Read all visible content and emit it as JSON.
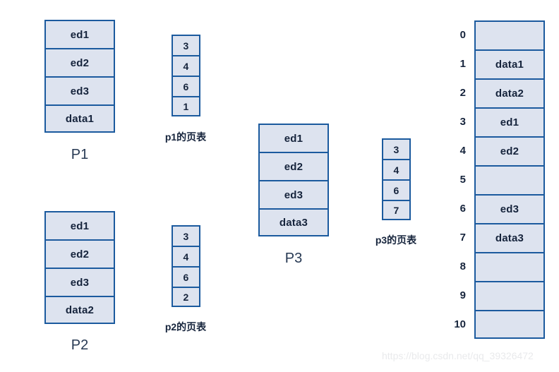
{
  "diagram": {
    "title": "paging-address-translation-diagram",
    "colors": {
      "cell_fill": "#dde3ef",
      "cell_border": "#1b5a9e",
      "text": "#16243c",
      "label": "#283a54",
      "watermark": "#e9eaec",
      "background": "#ffffff"
    },
    "processes": [
      {
        "id": "p1",
        "label": "P1",
        "cells": [
          "ed1",
          "ed2",
          "ed3",
          "data1"
        ],
        "page_table": {
          "label": "p1的页表",
          "entries": [
            "3",
            "4",
            "6",
            "1"
          ]
        }
      },
      {
        "id": "p2",
        "label": "P2",
        "cells": [
          "ed1",
          "ed2",
          "ed3",
          "data2"
        ],
        "page_table": {
          "label": "p2的页表",
          "entries": [
            "3",
            "4",
            "6",
            "2"
          ]
        }
      },
      {
        "id": "p3",
        "label": "P3",
        "cells": [
          "ed1",
          "ed2",
          "ed3",
          "data3"
        ],
        "page_table": {
          "label": "p3的页表",
          "entries": [
            "3",
            "4",
            "6",
            "7"
          ]
        }
      }
    ],
    "physical_memory": {
      "frames": [
        {
          "index": "0",
          "value": ""
        },
        {
          "index": "1",
          "value": "data1"
        },
        {
          "index": "2",
          "value": "data2"
        },
        {
          "index": "3",
          "value": "ed1"
        },
        {
          "index": "4",
          "value": "ed2"
        },
        {
          "index": "5",
          "value": ""
        },
        {
          "index": "6",
          "value": "ed3"
        },
        {
          "index": "7",
          "value": "data3"
        },
        {
          "index": "8",
          "value": ""
        },
        {
          "index": "9",
          "value": ""
        },
        {
          "index": "10",
          "value": ""
        }
      ]
    },
    "watermark": "https://blog.csdn.net/qq_39326472"
  }
}
